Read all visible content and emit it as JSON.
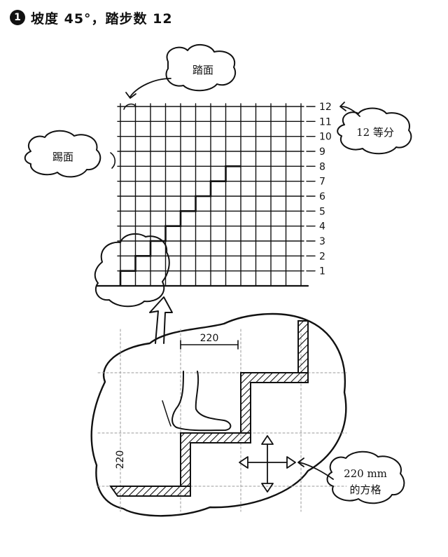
{
  "title": {
    "number": "1",
    "text": "坡度 45°，踏步数 12"
  },
  "labels": {
    "tread": "踏面",
    "riser": "踢面",
    "divisions": "12 等分",
    "grid_size_line1": "220 mm",
    "grid_size_line2": "的方格",
    "dim_horizontal": "220",
    "dim_vertical": "220"
  },
  "grid_ticks": [
    "1",
    "2",
    "3",
    "4",
    "5",
    "6",
    "7",
    "8",
    "9",
    "10",
    "11",
    "12"
  ],
  "step_count": 8,
  "ink_color": "#111111",
  "hatch_color": "#111111"
}
